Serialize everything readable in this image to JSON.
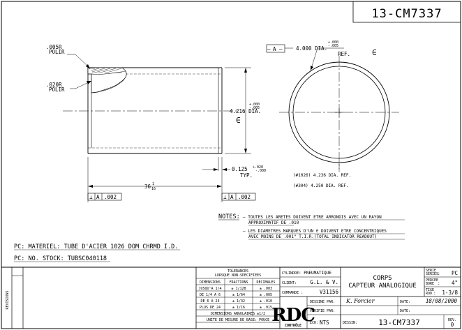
{
  "drawing_number": "13-CM7337",
  "left_view": {
    "callout_top": ".005R",
    "callout_top_note": "POLIR",
    "callout_mid": ".020R",
    "callout_mid_note": "POLIR",
    "dia_tol": "+.000",
    "dia_tol2": "-.005",
    "dia_value": "4.216 DIA.",
    "dia_symbol": "∈",
    "wall_value": "0.125",
    "wall_tol": "+.020",
    "wall_tol2": "-.000",
    "wall_note": "TYP.",
    "length_whole": "36",
    "length_num": "1",
    "length_den": "16",
    "perp_left_1": "⊥",
    "perp_left_2": "A",
    "perp_left_3": ".002",
    "perp_right_1": "⊥",
    "perp_right_2": "A",
    "perp_right_3": ".002"
  },
  "right_view": {
    "datum": "A",
    "dia_tol": "+.000",
    "dia_tol2": "-.005",
    "dia_value": "4.000 DIA.",
    "dia_ref": "REF.",
    "dia_symbol": "∈",
    "ref1": "(#1026) 4.236 DIA. REF.",
    "ref2": "(#304) 4.250 DIA. REF."
  },
  "notes": {
    "label": "NOTES:",
    "line1": "– TOUTES LES ARETES DOIVENT ETRE ARRONDIS AVEC UN RAYON",
    "line2": "APPROXIMATIF DE .010",
    "line3": "– LES DIAMETRES MARQUES D'UN ∈ DOIVENT ETRE CONCENTRIQUES",
    "line4": "AVEC MOINS DE .001\" T.I.R.(TOTAL INDICATOR READOUT)"
  },
  "pc_lines": [
    "PC: MATERIEL: TUBE D'ACIER 1026 DOM CHRMD I.D.",
    "PC: NO. STOCK: TUBSC040118"
  ],
  "title_block": {
    "revisions": "REVISIONS",
    "tol_title": "TOLERANCES",
    "tol_subtitle": "LORSQUE NON-SPECIFIEES",
    "tol_headers": [
      "DIMENSIONS",
      "FRACTIONS",
      "DECIMALES"
    ],
    "tol_rows": [
      [
        "JUSQU'A 1/4",
        "± 1/128",
        "± .003"
      ],
      [
        "DE 1/4 A 6",
        "± 1/64",
        "± .005"
      ],
      [
        "DE 6 A 24",
        "± 1/32",
        "± .010"
      ],
      [
        "PLUS DE 24",
        "± 1/16",
        "± .015"
      ]
    ],
    "angular": "DIMENSIONS ANGULAIRES ±1/2",
    "unit": "UNITE DE MESURE DE BASE: POUCE",
    "cylindre_label": "CYLINDRE",
    "cylindre_value": ": PNEUMATIQUE",
    "client_label": "CLIENT:",
    "client_value": "G.L. & V.",
    "commande_label": "COMMANDE :",
    "commande_value": "V31156",
    "logo": "RDC",
    "logo_sub": "CONTRÔLE",
    "dessine_label": "DESSINE PAR:",
    "dessine_value": "K. Forcier",
    "verifie_label": "VERIFIE PAR:",
    "date_label": "DATE:",
    "date_value": "18/08/2000",
    "date_label2": "DATE:",
    "ech_label": "ECH:",
    "ech_value": "NTS",
    "dessin_label": "DESSIN:",
    "dessin_value": "13-CM7337",
    "title1": "CORPS",
    "title2": "CAPTEUR ANALOGIQUE",
    "serie_label": "SERIE",
    "serie_label2": "SERIES",
    "serie_value": "PC",
    "percee_label": "PERCEE",
    "percee_label2": "BORE",
    "percee_value": "4\"",
    "tige_label": "TIGE",
    "tige_label2": "ROD",
    "tige_value": "1-3/8",
    "rev_label": "REV.",
    "rev_value": "0"
  }
}
